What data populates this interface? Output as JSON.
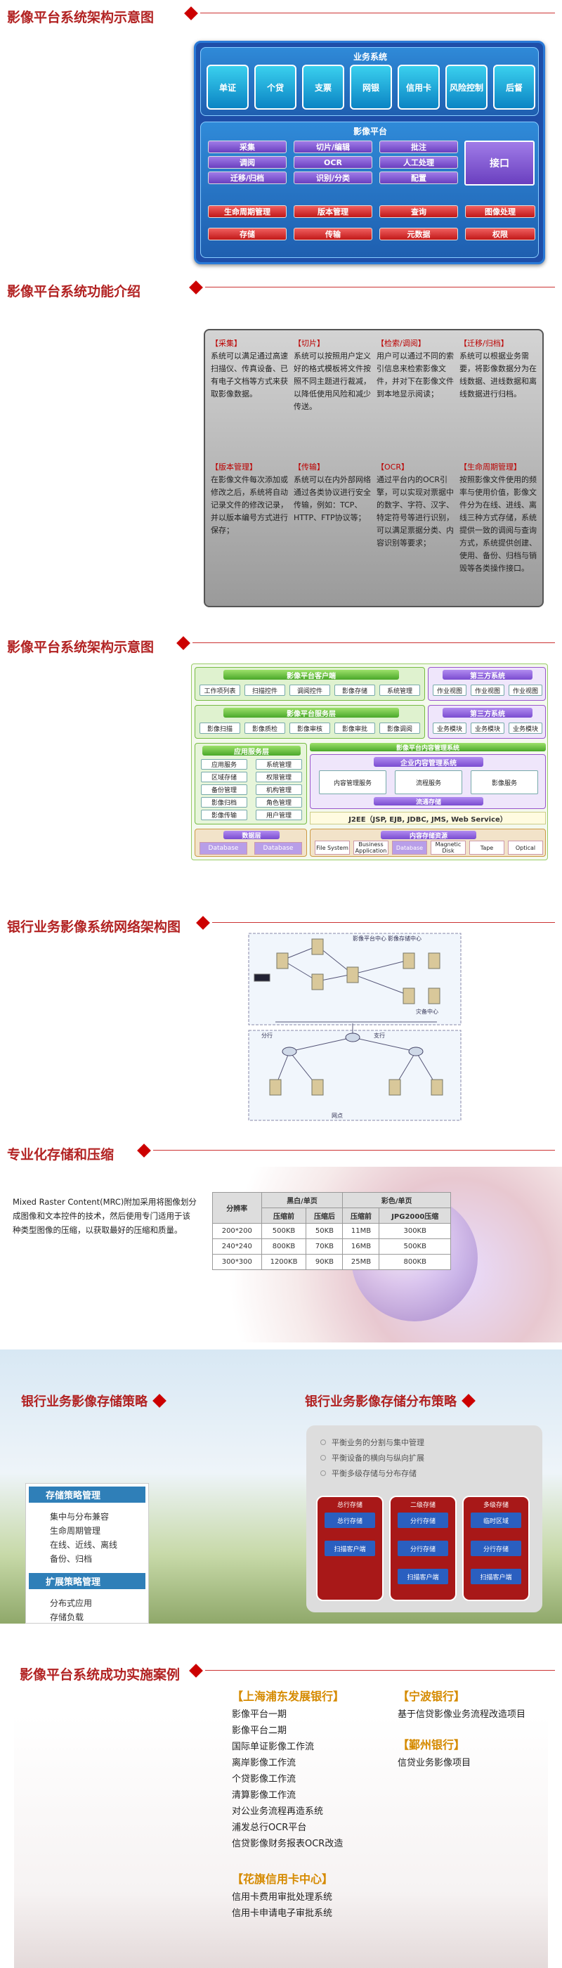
{
  "sections": {
    "s1": "影像平台系统架构示意图",
    "s2": "影像平台系统功能介绍",
    "s3": "影像平台系统架构示意图",
    "s4": "银行业务影像系统网络架构图",
    "s5": "专业化存储和压缩",
    "s6a": "银行业务影像存储策略",
    "s6b": "银行业务影像存储分布策略",
    "s7": "影像平台系统成功实施案例"
  },
  "arch1": {
    "biz_title": "业务系统",
    "biz_items": [
      "单证",
      "个贷",
      "支票",
      "网银",
      "信用卡",
      "风险控制",
      "后督"
    ],
    "platform_title": "影像平台",
    "grid": [
      [
        "采集",
        "切片/编辑",
        "批注"
      ],
      [
        "调阅",
        "OCR",
        "人工处理"
      ],
      [
        "迁移/归档",
        "识别/分类",
        "配置"
      ]
    ],
    "port": "接口",
    "red_row": [
      "生命周期管理",
      "版本管理",
      "查询",
      "图像处理"
    ],
    "red_row2": [
      "存储",
      "传输",
      "元数据",
      "权限"
    ]
  },
  "functions": [
    {
      "title": "【采集】",
      "text": "系统可以满足通过高速扫描仪、传真设备、已有电子文档等方式来获取影像数据。"
    },
    {
      "title": "【切片】",
      "text": "系统可以按照用户定义好的格式模板将文件按照不同主题进行裁减，以降低使用风险和减少传送。"
    },
    {
      "title": "【检索/调阅】",
      "text": "用户可以通过不同的索引信息来检索影像文件，并对下在影像文件到本地显示阅读；"
    },
    {
      "title": "【迁移/归档】",
      "text": "系统可以根据业务需要，将影像数据分为在线数据、进线数据和离线数据进行归档。"
    },
    {
      "title": "【版本管理】",
      "text": "在影像文件每次添加或修改之后，系统将自动记录文件的修改记录，并以版本编号方式进行保存；"
    },
    {
      "title": "【传输】",
      "text": "系统可以在内外部网络通过各类协议进行安全传输，例如：TCP、HTTP、FTP协议等；"
    },
    {
      "title": "【OCR】",
      "text": "通过平台内的OCR引擎，可以实现对票据中的数字、字符、汉字、特定符号等进行识别，可以满足票据分类、内容识别等要求；"
    },
    {
      "title": "【生命周期管理】",
      "text": "按照影像文件使用的频率与使用价值，影像文件分为在线、进线、离线三种方式存储，系统提供一致的调阅与查询方式，系统提供创建、使用、备份、归档与销毁等各类操作接口。"
    }
  ],
  "arch2": {
    "client_title": "影像平台客户端",
    "client_items": [
      "工作项列表",
      "扫描控件",
      "调阅控件",
      "影像存储",
      "系统管理"
    ],
    "third1": "第三方系统",
    "third1_items": [
      "作业视图",
      "作业视图",
      "作业视图"
    ],
    "service_title": "影像平台服务层",
    "service_items": [
      "影像扫描",
      "影像质检",
      "影像审核",
      "影像审批",
      "影像调阅"
    ],
    "third2": "第三方系统",
    "third2_items": [
      "业务模块",
      "业务模块",
      "业务模块"
    ],
    "mgmt_title": "应用服务层",
    "mgmt_left": [
      "应用服务",
      "区域存储",
      "备份管理",
      "影像归档",
      "影像传输"
    ],
    "mgmt_right": [
      "系统管理",
      "权限管理",
      "机构管理",
      "角色管理",
      "用户管理"
    ],
    "engine_bar": "影像平台内容管理系统",
    "content_title": "企业内容管理系统",
    "content_items": [
      "内容管理服务",
      "流程服务",
      "影像服务"
    ],
    "workflow": "流通存储",
    "j2ee": "J2EE（JSP, EJB, JDBC, JMS, Web Service）",
    "storage_left": "数据层",
    "storage_right": "内容存储资源",
    "db": [
      "Database",
      "Database"
    ],
    "devices": [
      "File System",
      "Business Application",
      "Database",
      "Magnetic Disk",
      "Tape",
      "Optical"
    ]
  },
  "network": {
    "labels": [
      "影像平台中心",
      "影像存储中心",
      "灾备中心",
      "分行",
      "支行",
      "网点"
    ]
  },
  "compress": {
    "desc": "Mixed Raster Content(MRC)附加采用将图像划分成图像和文本控件的技术，然后使用专门适用于该种类型图像的压缩，以获取最好的压缩和质量。",
    "table_head": [
      "分辨率",
      "黑白/单页",
      "彩色/单页"
    ],
    "table_sub": [
      "压缩前",
      "压缩后",
      "压缩前",
      "JPG2000压缩"
    ],
    "rows": [
      [
        "200*200",
        "500KB",
        "50KB",
        "11MB",
        "300KB"
      ],
      [
        "240*240",
        "800KB",
        "70KB",
        "16MB",
        "500KB"
      ],
      [
        "300*300",
        "1200KB",
        "90KB",
        "25MB",
        "800KB"
      ]
    ]
  },
  "storage": {
    "box1_title": "存储策略管理",
    "box1_items": [
      "集中与分布兼容",
      "生命周期管理",
      "在线、近线、离线",
      "备份、归档"
    ],
    "box2_title": "扩展策略管理",
    "box2_items": [
      "分布式应用",
      "存储负载"
    ],
    "dist_items": [
      "平衡业务的分割与集中管理",
      "平衡设备的横向与纵向扩展",
      "平衡多级存储与分布存储"
    ],
    "cards": [
      {
        "title": "总行存储",
        "items": [
          "总行存储",
          "扫描客户端"
        ]
      },
      {
        "title": "二级存储",
        "items": [
          "分行存储",
          "分行存储",
          "扫描客户端"
        ]
      },
      {
        "title": "多级存储",
        "items": [
          "临时区域",
          "分行存储",
          "扫描客户端"
        ]
      }
    ]
  },
  "cases": {
    "c1": "【上海浦东发展银行】",
    "c1_items": [
      "影像平台一期",
      "影像平台二期",
      "国际单证影像工作流",
      "离岸影像工作流",
      "个贷影像工作流",
      "清算影像工作流",
      "对公业务流程再造系统",
      "浦发总行OCR平台",
      "信贷影像财务报表OCR改造"
    ],
    "c2": "【宁波银行】",
    "c2_items": [
      "基于信贷影像业务流程改造项目"
    ],
    "c3": "【鄞州银行】",
    "c3_items": [
      "信贷业务影像项目"
    ],
    "c4": "【花旗信用卡中心】",
    "c4_items": [
      "信用卡费用审批处理系统",
      "信用卡申请电子审批系统"
    ]
  }
}
